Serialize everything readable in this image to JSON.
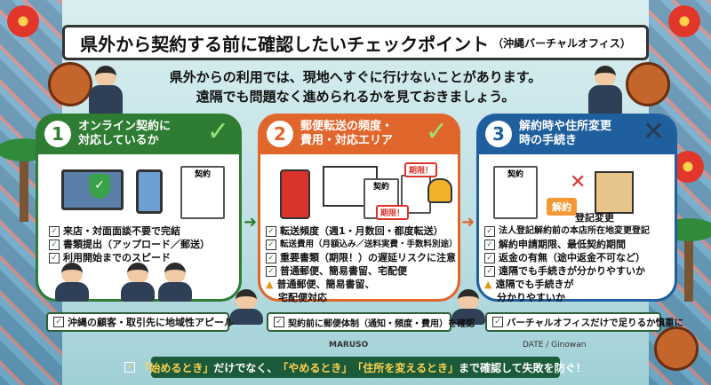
{
  "title": {
    "main": "県外から契約する前に確認したいチェックポイント",
    "sub": "（沖縄バーチャルオフィス）"
  },
  "intro": {
    "line1": "県外からの利用では、現地へすぐに行けないことがあります。",
    "line2": "遠隔でも問題なく進められるかを見ておきましょう。"
  },
  "cards": [
    {
      "number": "1",
      "heading_line1": "オンライン契約に",
      "heading_line2": "対応しているか",
      "mark": "✓",
      "doc_label": "契約",
      "items": [
        "来店・対面面談不要で完結",
        "書類提出（アップロード／郵送）",
        "利用開始までのスピード"
      ],
      "note": "沖縄の顧客・取引先に地域性アピール"
    },
    {
      "number": "2",
      "heading_line1": "郵便転送の頻度・",
      "heading_line2": "費用・対応エリア",
      "mark": "✓",
      "doc_label": "契約",
      "tag1": "期限！",
      "tag2": "期限！",
      "items": [
        "転送頻度（週1・月数回・都度転送）",
        "転送費用（月額込み／送料実費・手数料別途）",
        "重要書類（期限！）の遅延リスクに注意",
        "普通郵便、簡易書留、宅配便"
      ],
      "warn": [
        "普通郵便、簡易書留、",
        "宅配便対応"
      ],
      "note": "契約前に郵便体制（通知・頻度・費用）を確認"
    },
    {
      "number": "3",
      "heading_line1": "解約時や住所変更",
      "heading_line2": "時の手続き",
      "mark": "✕",
      "doc_label": "契約",
      "cancel_label": "解約",
      "register_label": "登記変更",
      "items": [
        "法人登記解約前の本店所在地変更登記",
        "解約申請期限、最低契約期間",
        "返金の有無（途中返金不可など）",
        "遠隔でも手続きが分かりやすいか"
      ],
      "warn": [
        "遠隔でも手続きが",
        "分かりやすいか"
      ],
      "note": "バーチャルオフィスだけで足りるか慎重に"
    }
  ],
  "brand": "MARUSO",
  "date": "DATE / Ginowan",
  "footer": {
    "pre": "「始めるとき」",
    "mid1": "だけでなく、",
    "hl2": "「やめるとき」",
    "hl3": "「住所を変えるとき」",
    "post": "まで確認して失敗を防ぐ！",
    "sep": "「"
  },
  "colors": {
    "green": "#2e7d32",
    "orange": "#e0662c",
    "blue": "#1f5f9e",
    "footer": "#1b5b3a"
  }
}
